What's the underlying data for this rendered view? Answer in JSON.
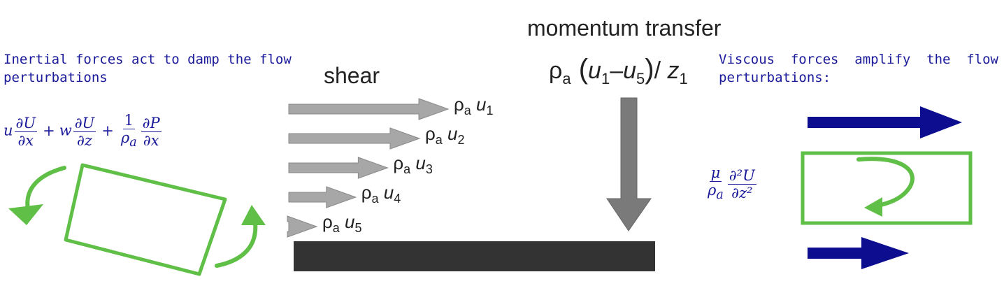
{
  "left_panel": {
    "text": "Inertial forces act to damp the flow perturbations",
    "equation": {
      "u": "u",
      "w": "w",
      "one": "1",
      "dU": "∂U",
      "dx": "∂x",
      "dz": "∂z",
      "dP": "∂P",
      "rho_a": "ρ",
      "a": "a",
      "plus": "+"
    }
  },
  "center_panel": {
    "shear_label": "shear",
    "momentum_label": "momentum transfer",
    "momentum_formula": {
      "rho": "ρ",
      "a": "a",
      "u1": "u",
      "s1": "1",
      "minus": "–",
      "u5": "u",
      "s5": "5",
      "z": "z",
      "sz": "1"
    },
    "layers": [
      {
        "rho": "ρ",
        "a": "a",
        "u": "u",
        "sub": "1",
        "speed": 1.0
      },
      {
        "rho": "ρ",
        "a": "a",
        "u": "u",
        "sub": "2",
        "speed": 0.82
      },
      {
        "rho": "ρ",
        "a": "a",
        "u": "u",
        "sub": "3",
        "speed": 0.62
      },
      {
        "rho": "ρ",
        "a": "a",
        "u": "u",
        "sub": "4",
        "speed": 0.42
      },
      {
        "rho": "ρ",
        "a": "a",
        "u": "u",
        "sub": "5",
        "speed": 0.17
      }
    ]
  },
  "right_panel": {
    "text": "Viscous forces amplify the flow perturbations:",
    "equation": {
      "mu": "μ",
      "rho": "ρ",
      "a": "a",
      "d2U": "∂²U",
      "dz2": "∂z²"
    }
  },
  "colors": {
    "text_blue": "#1a1a9a",
    "arrow_navy": "#0d0d8f",
    "loop_green": "#5fbf46",
    "arrow_gray": "#a7a7a7",
    "ground": "#333333"
  }
}
